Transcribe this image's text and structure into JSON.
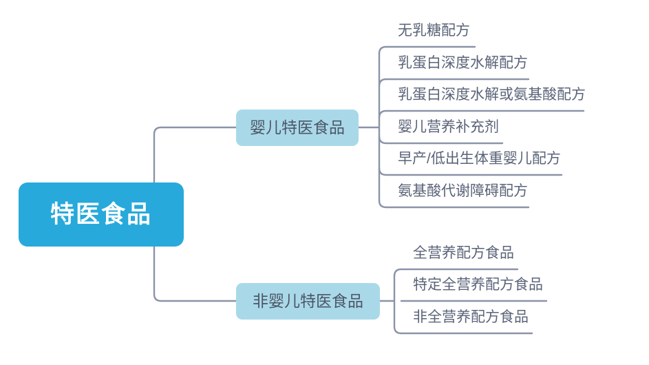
{
  "diagram": {
    "type": "mind-map",
    "title": "特医食品",
    "colors": {
      "root_fill": "#27A9DB",
      "root_text": "#FFFFFF",
      "branch_fill": "#A9D9E9",
      "branch_text": "#4C5666",
      "leaf_text": "#5A6378",
      "connector": "#8A93A8",
      "background": "#FFFFFF"
    },
    "root": {
      "label": "特医食品"
    },
    "branches": [
      {
        "id": "infant",
        "label": "婴儿特医食品",
        "leaves": [
          {
            "label": "无乳糖配方"
          },
          {
            "label": "乳蛋白深度水解配方"
          },
          {
            "label": "乳蛋白深度水解或氨基酸配方"
          },
          {
            "label": "婴儿营养补充剂"
          },
          {
            "label": "早产/低出生体重婴儿配方"
          },
          {
            "label": "氨基酸代谢障碍配方"
          }
        ]
      },
      {
        "id": "noninfant",
        "label": "非婴儿特医食品",
        "leaves": [
          {
            "label": "全营养配方食品"
          },
          {
            "label": "特定全营养配方食品"
          },
          {
            "label": "非全营养配方食品"
          }
        ]
      }
    ]
  }
}
